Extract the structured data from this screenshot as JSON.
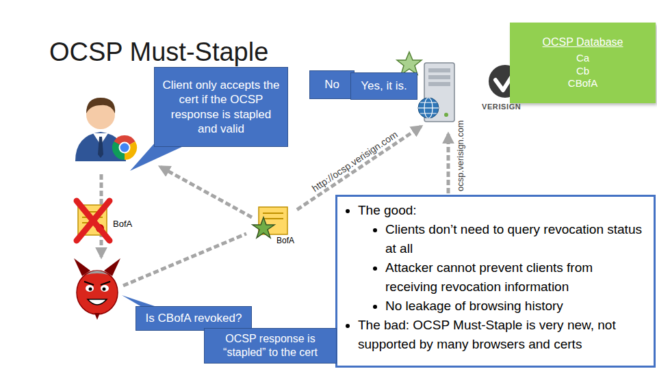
{
  "diagram": {
    "title": "OCSP Must-Staple",
    "nodes": [
      {
        "text": [
          "OCSP Database",
          "Ca",
          "Cb",
          "CBofA"
        ]
      },
      {
        "text": [
          "Client only accepts the cert if the OCSP response is stapled and valid"
        ]
      },
      {
        "text": [
          "No"
        ]
      },
      {
        "text": [
          "Yes, it is."
        ]
      },
      {
        "text": [
          "VERISIGN"
        ]
      },
      {
        "text": [
          "BofA"
        ]
      },
      {
        "text": [
          "BofA"
        ]
      },
      {
        "text": [
          "The good:",
          "Clients don’t need to query revocation status at all",
          "Attacker cannot prevent clients from receiving revocation information",
          "No leakage of browsing history",
          "The bad: OCSP Must-Staple is very new, not supported by many browsers and certs"
        ]
      },
      {
        "text": [
          "Is CBofA revoked?"
        ]
      },
      {
        "text": [
          "OCSP response is “stapled” to the cert"
        ]
      }
    ],
    "edges": [
      {
        "from": 6,
        "to": 4,
        "label": "http://ocsp.verisign.com",
        "arrow": "to"
      }
    ],
    "labels": [
      "ocsp.verisign.com"
    ]
  }
}
